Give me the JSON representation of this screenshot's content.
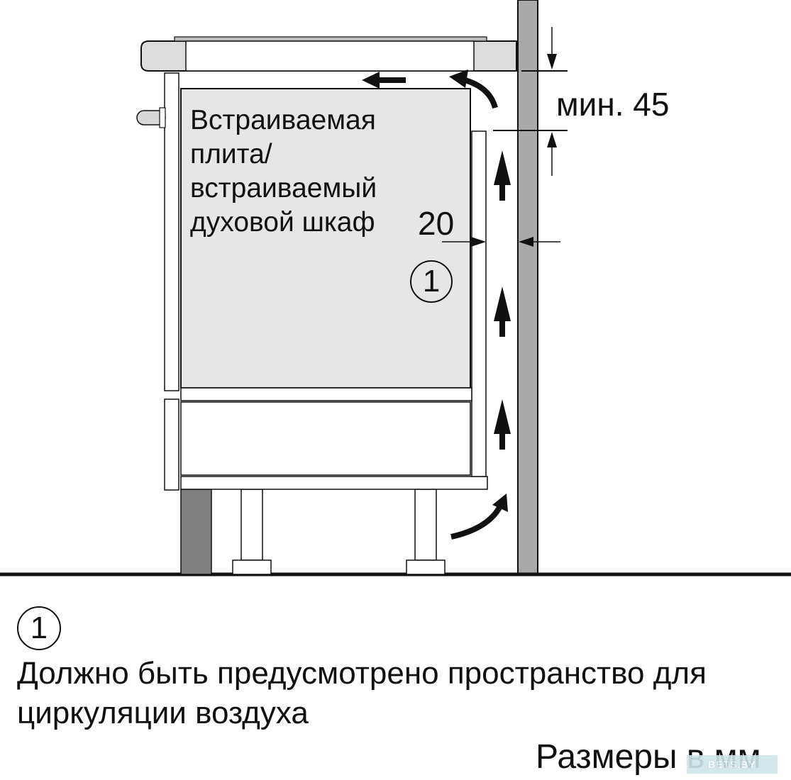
{
  "appliance_label": "Встраиваемая плита/ встраиваемый духовой шкаф",
  "dimensions": {
    "top_gap": "мин. 45",
    "side_gap": "20"
  },
  "callout_marker": "1",
  "legend": {
    "marker": "1",
    "text": "Должно быть предусмотрено пространство для циркуляции воздуха"
  },
  "units_note": "Размеры в мм",
  "watermark": "BETS.BY",
  "colors": {
    "line": "#111111",
    "panel_fill": "#e6e6e6",
    "wall_fill": "#a9a9a9",
    "plinth_fill": "#808080",
    "background": "#ffffff"
  }
}
